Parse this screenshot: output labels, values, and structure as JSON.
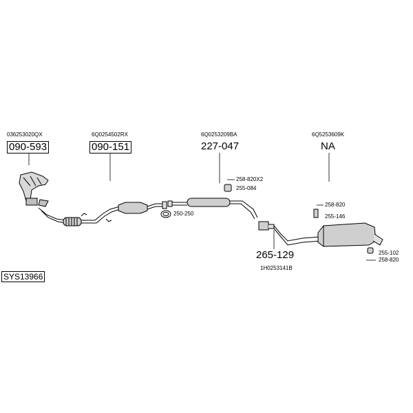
{
  "system": {
    "code": "SYS13966"
  },
  "parts": [
    {
      "oem": "036253020QX",
      "code": "090-593",
      "boxed": true
    },
    {
      "oem": "6Q0254502RX",
      "code": "090-151",
      "boxed": true
    },
    {
      "oem": "6Q0253209BA",
      "code": "227-047",
      "boxed": false
    },
    {
      "oem": "6Q5253609K",
      "code": "NA",
      "boxed": false
    },
    {
      "oem": "1H0253141B",
      "code": "265-129",
      "boxed": false
    }
  ],
  "fittings": {
    "f1": "258-820X2",
    "f2": "255-084",
    "f3": "250-250",
    "f4": "258-820",
    "f5": "255-146",
    "f6": "255-102",
    "f7": "258-820"
  }
}
